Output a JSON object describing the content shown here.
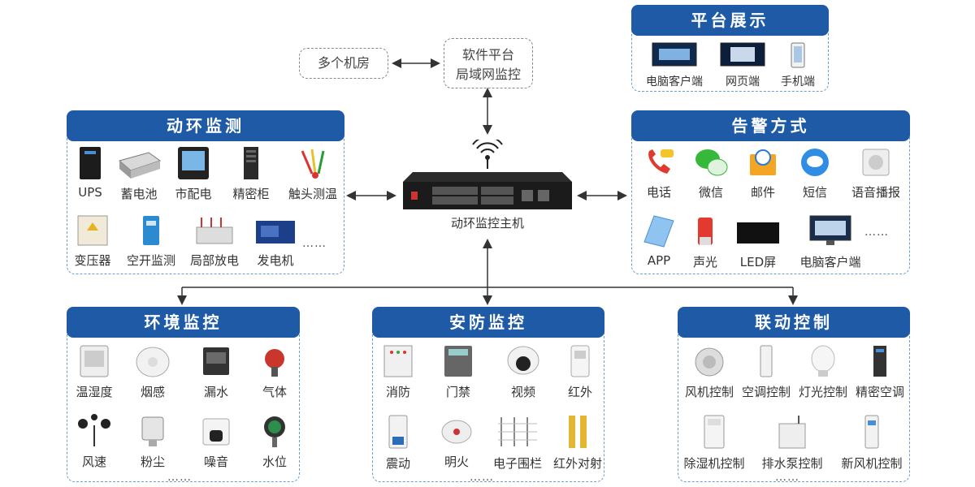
{
  "top": {
    "multi_room": "多个机房",
    "software_platform_line1": "软件平台",
    "software_platform_line2": "局域网监控"
  },
  "host": {
    "label": "动环监控主机"
  },
  "platform": {
    "title": "平台展示",
    "items": [
      "电脑客户端",
      "网页端",
      "手机端"
    ]
  },
  "dynamic_env": {
    "title": "动环监测",
    "row1": [
      "UPS",
      "蓄电池",
      "市配电",
      "精密柜",
      "触头测温"
    ],
    "row2": [
      "变压器",
      "空开监测",
      "局部放电",
      "发电机"
    ],
    "more": "……"
  },
  "alarm": {
    "title": "告警方式",
    "row1": [
      "电话",
      "微信",
      "邮件",
      "短信",
      "语音播报"
    ],
    "row2": [
      "APP",
      "声光",
      "LED屏",
      "电脑客户端"
    ],
    "more": "……"
  },
  "environment": {
    "title": "环境监控",
    "row1": [
      "温湿度",
      "烟感",
      "漏水",
      "气体"
    ],
    "row2": [
      "风速",
      "粉尘",
      "噪音",
      "水位"
    ],
    "more": "……"
  },
  "security": {
    "title": "安防监控",
    "row1": [
      "消防",
      "门禁",
      "视频",
      "红外"
    ],
    "row2": [
      "震动",
      "明火",
      "电子围栏",
      "红外对射"
    ],
    "more": "……"
  },
  "linkage": {
    "title": "联动控制",
    "row1": [
      "风机控制",
      "空调控制",
      "灯光控制",
      "精密空调"
    ],
    "row2": [
      "除湿机控制",
      "排水泵控制",
      "新风机控制"
    ],
    "more": "……"
  },
  "colors": {
    "header": "#1f5aa6",
    "border": "#6aa0d0",
    "line": "#333333"
  }
}
